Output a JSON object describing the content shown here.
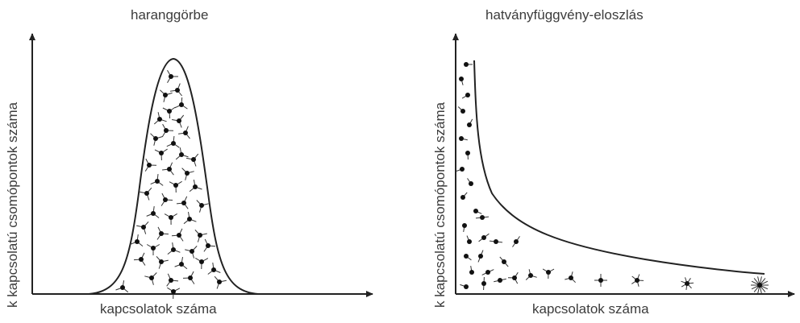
{
  "left_panel": {
    "title": "haranggörbe",
    "xlabel": "kapcsolatok száma",
    "ylabel": "k kapcsolatú csomópontok száma",
    "curve_type": "bell-curve"
  },
  "right_panel": {
    "title": "hatványfüggvény-eloszlás",
    "xlabel": "kapcsolatok száma",
    "ylabel": "k kapcsolatú csomópontok száma",
    "curve_type": "power-law"
  },
  "colors": {
    "ink": "#222222",
    "node": "#111111",
    "text": "#3c3c3c"
  },
  "icons": {
    "node": "node-with-links-icon",
    "hub": "hub-node-icon"
  }
}
